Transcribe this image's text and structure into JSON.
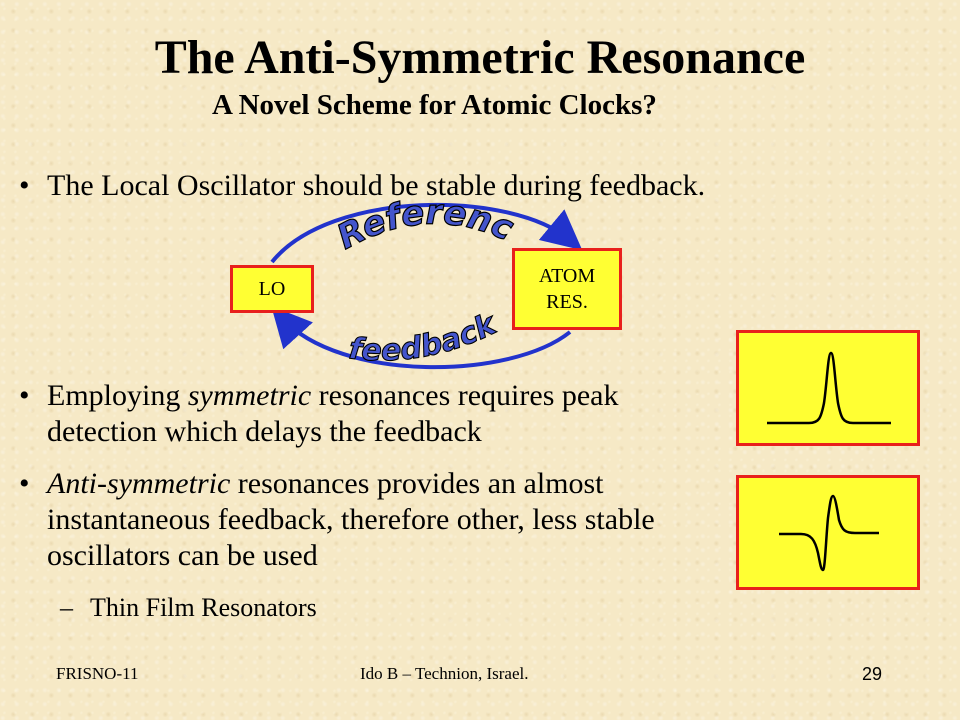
{
  "slide": {
    "title": "The Anti-Symmetric Resonance",
    "subtitle": "A Novel Scheme for Atomic Clocks?",
    "bullets": [
      {
        "marker": "•",
        "text": "The Local Oscillator should be stable during feedback."
      },
      {
        "marker": "•",
        "emphasis": "symmetric",
        "before": "Employing ",
        "after": " resonances requires peak detection which delays the feedback"
      },
      {
        "marker": "•",
        "emphasis": "Anti-symmetric",
        "before": "",
        "after": " resonances provides an almost instantaneous feedback, therefore other, less stable oscillators can be used"
      }
    ],
    "sub_bullet": {
      "marker": "–",
      "text": "Thin Film Resonators"
    }
  },
  "diagram": {
    "lo_label": "LO",
    "atom_label_line1": "ATOM",
    "atom_label_line2": "RES.",
    "reference_label": "Reference",
    "feedback_label": "feedback",
    "arrow_color": "#2233cc",
    "label_fill_color": "#4455cc"
  },
  "plots": {
    "symmetric_icon": "symmetric-peak-curve-icon",
    "antisymmetric_icon": "antisymmetric-dispersion-curve-icon",
    "box_fill": "#ffff33",
    "box_border": "#e8201c"
  },
  "footer": {
    "left": "FRISNO-11",
    "center": "Ido B – Technion, Israel.",
    "page_number": "29"
  }
}
